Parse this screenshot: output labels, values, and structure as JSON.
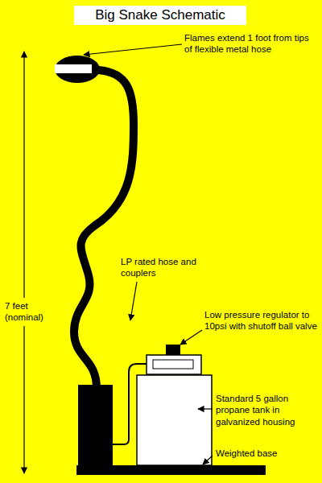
{
  "diagram": {
    "title": "Big Snake Schematic",
    "labels": [
      "Flames extend 1 foot from tips of flexible metal hose",
      "7 feet (nominal)",
      "LP rated hose and couplers",
      "Low pressure regulator to 10psi with shutoff ball valve",
      "Standard 5 gallon propane tank in galvanized housing",
      "Weighted base"
    ]
  }
}
